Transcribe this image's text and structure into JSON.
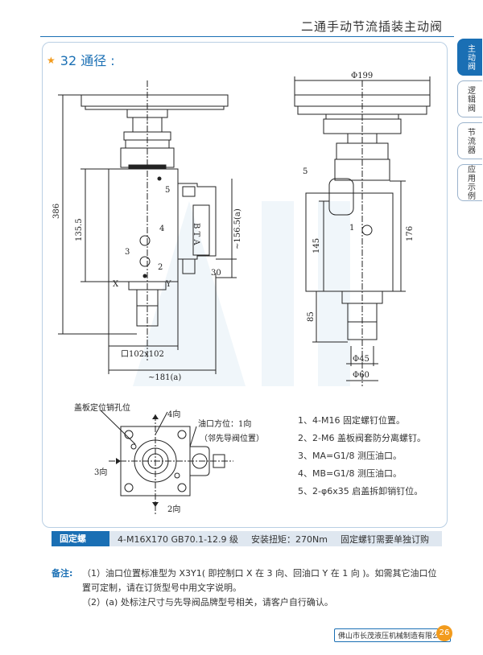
{
  "header": {
    "title": "二通手动节流插装主动阀"
  },
  "section": {
    "title": "32 通径 :"
  },
  "side_tabs": [
    "主动阀",
    "逻辑阀",
    "节流器",
    "应用示例"
  ],
  "drawing_labels": {
    "h386": "386",
    "h1355": "135.5",
    "h1565": "~156.5(a)",
    "w30": "30",
    "sq102": "口102x102",
    "w181": "~181(a)",
    "phi199": "Φ199",
    "h145": "145",
    "h176": "176",
    "h85": "85",
    "phi45": "Φ45",
    "phi60": "Φ60",
    "lbl1": "1",
    "lbl2": "2",
    "lbl3": "3",
    "lbl4": "4",
    "lbl5": "5",
    "lblX": "X",
    "lblY": "Y",
    "lbl1r": "1",
    "lbl5r": "5",
    "pin_hole": "盖板定位销孔位",
    "dir4": "4向",
    "dir3": "3向",
    "dir2": "2向",
    "oil_port1": "油口方位：1向",
    "oil_port2": "（邻先导阀位置）",
    "btab": "B T A"
  },
  "notes": [
    "1、4-M16 固定螺钉位置。",
    "2、2-M6 盖板阀套防分离螺钉。",
    "3、MA=G1/8 测压油口。",
    "4、MB=G1/8 测压油口。",
    "5、2-φ6x35 启盖拆卸销钉位。"
  ],
  "bolt_bar": {
    "label": "固定螺栓：",
    "spec": "4-M16X170   GB70.1-12.9 级",
    "torque": "安装扭矩：270Nm",
    "note": "固定螺钉需要单独订购"
  },
  "remarks": {
    "label": "备注:",
    "r1": "（1）油口位置标准型为 X3Y1( 即控制口 X 在 3 向、回油口 Y 在 1 向 )。如需其它油口位置可定制，请在订货型号中用文字说明。",
    "r2": "（2）(a) 处标注尺寸与先导阀品牌型号相关，请客户自行确认。"
  },
  "footer": {
    "company": "佛山市长茂液压机械制造有限公司",
    "page": "26"
  },
  "colors": {
    "accent": "#1a6fb4",
    "orange": "#f29b1d"
  }
}
